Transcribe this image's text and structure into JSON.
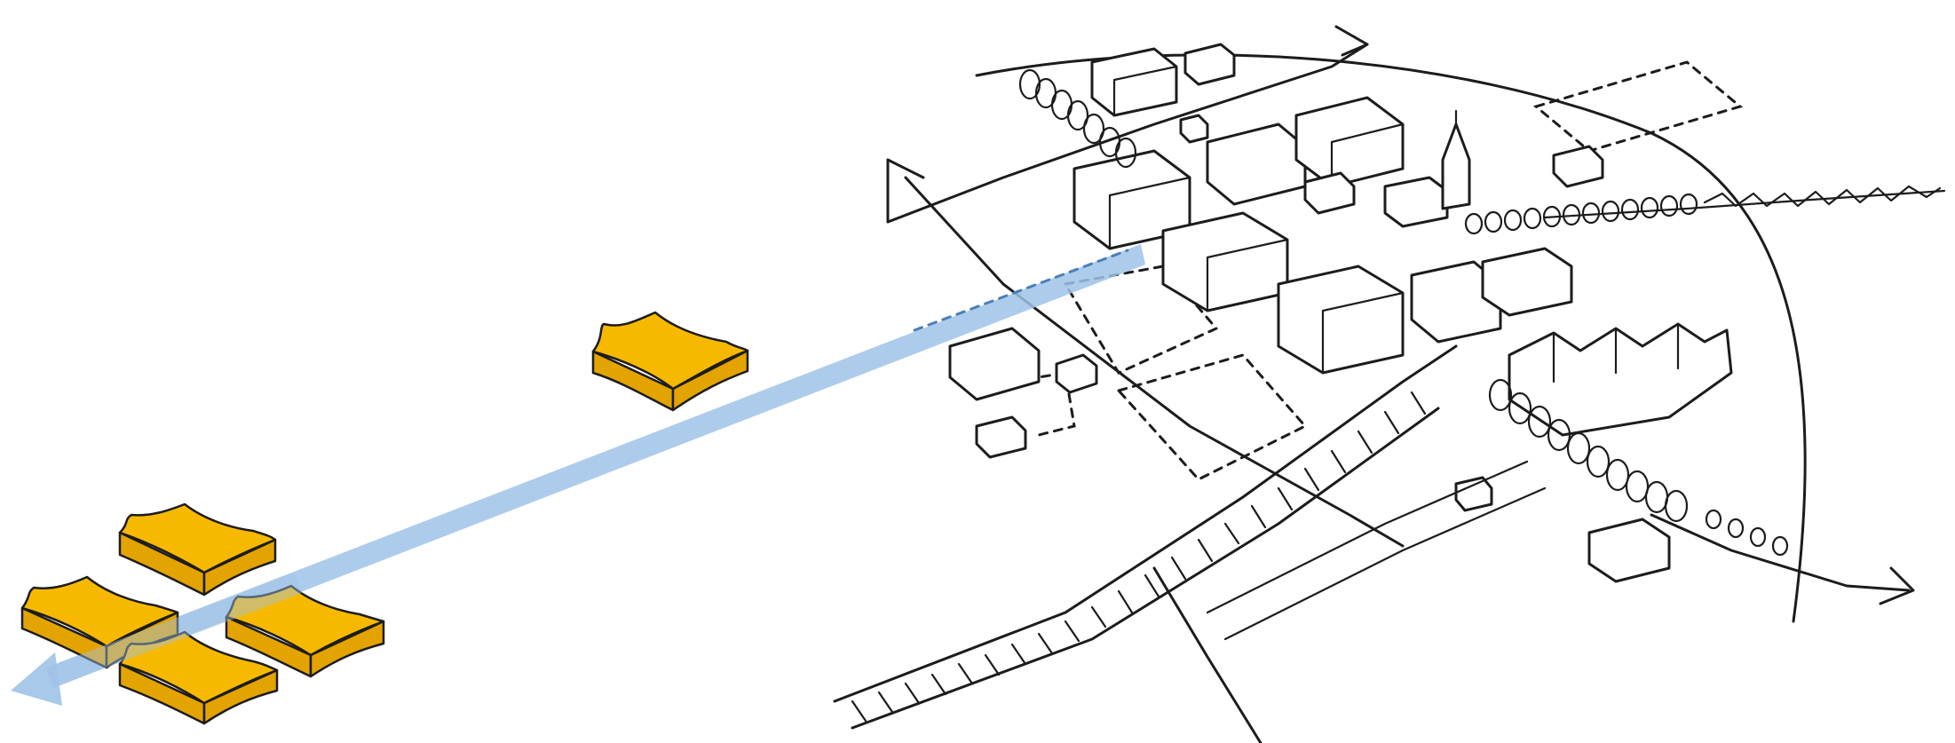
{
  "colors": {
    "background": "#ffffff",
    "ink": "#1c1c1c",
    "module_fill": "#f7b900",
    "module_side": "#e3a300",
    "arrow": "#9fc3e7"
  },
  "elements": {
    "modules": [
      "module-pad",
      "module-pad",
      "module-pad",
      "module-pad",
      "module-pad"
    ],
    "arrow": "connection-arrow",
    "sketch": "village-sketch"
  }
}
